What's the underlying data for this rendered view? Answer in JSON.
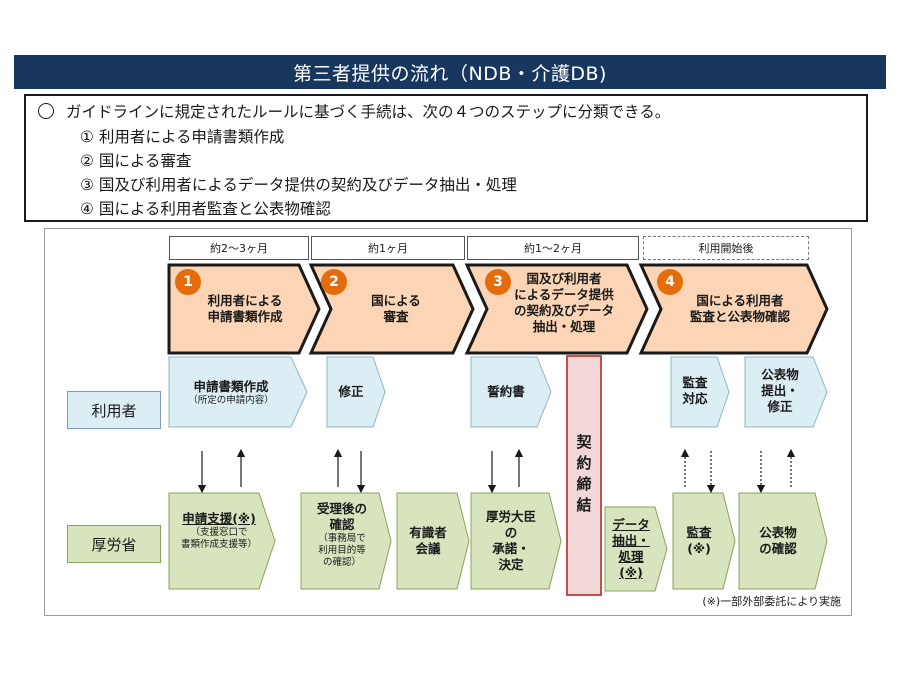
{
  "title": "第三者提供の流れ（NDB・介護DB)",
  "intro": {
    "lead": "ガイドラインに規定されたルールに基づく手続は、次の４つのステップに分類できる。",
    "items": [
      "①  利用者による申請書類作成",
      "②  国による審査",
      "③  国及び利用者によるデータ提供の契約及びデータ抽出・処理",
      "④  国による利用者監査と公表物確認"
    ]
  },
  "durations": [
    "約2～3ヶ月",
    "約1ヶ月",
    "約1～2ヶ月",
    "利用開始後"
  ],
  "steps": [
    {
      "num": "1",
      "text": "利用者による\n申請書類作成"
    },
    {
      "num": "2",
      "text": "国による\n審査"
    },
    {
      "num": "3",
      "text": "国及び利用者\nによるデータ提供\nの契約及びデータ\n抽出・処理"
    },
    {
      "num": "4",
      "text": "国による利用者\n監査と公表物確認"
    }
  ],
  "rows": {
    "user": "利用者",
    "ministry": "厚労省"
  },
  "user_boxes": {
    "application": {
      "main": "申請書類作成",
      "sub": "（所定の申請内容）"
    },
    "correction": "修正",
    "pledge": "誓約書",
    "audit_response": "監査\n対応",
    "publication_submit": "公表物\n提出・\n修正"
  },
  "contract": "契約締結",
  "ministry_boxes": {
    "support": {
      "main": "申請支援(※)",
      "sub": "（支援窓口で\n書類作成支援等）"
    },
    "review": {
      "main": "受理後の\n確認",
      "sub": "（事務局で\n利用目的等\nの確認）"
    },
    "experts": "有識者\n会議",
    "minister": "厚労大臣\nの\n承諾・\n決定",
    "extraction": "データ\n抽出・\n処理\n(※)",
    "audit": "監査\n(※)",
    "publication_check": "公表物\nの確認"
  },
  "footnote": "(※)一部外部委託により実施",
  "colors": {
    "title_bg": "#17375e",
    "step_fill": "#fbd5b5",
    "step_num": "#e46c0a",
    "user_fill": "#dbeef4",
    "ministry_fill": "#d7e4bd",
    "contract_fill": "#f2d7d8",
    "contract_border": "#c0504d"
  }
}
